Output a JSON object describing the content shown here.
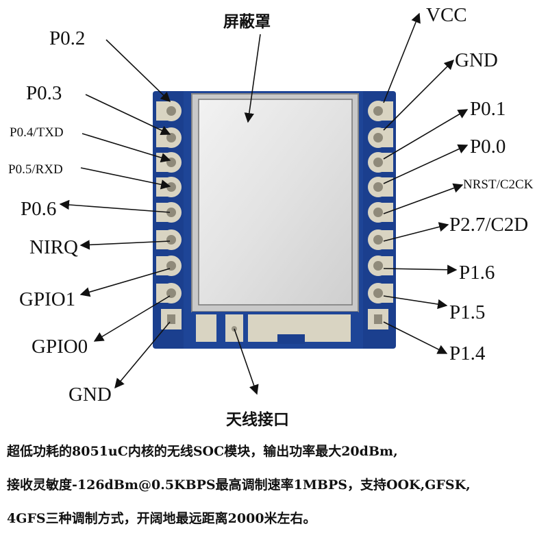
{
  "title": "屏蔽罩",
  "antenna_label": "天线接口",
  "left_pins": [
    "P0.2",
    "P0.3",
    "P0.4/TXD",
    "P0.5/RXD",
    "P0.6",
    "NIRQ",
    "GPIO1",
    "GPIO0",
    "GND"
  ],
  "right_pins": [
    "VCC",
    "GND",
    "P0.1",
    "P0.0",
    "NRST/C2CK",
    "P2.7/C2D",
    "P1.6",
    "P1.5",
    "P1.4"
  ],
  "description": {
    "line1": "超低功耗的8051uC内核的无线SOC模块，输出功率最大20dBm,",
    "line2": "接收灵敏度-126dBm@0.5KBPS最高调制速率1MBPS，支持OOK,GFSK,",
    "line3": "4GFS三种调制方式，开阔地最远距离2000米左右。"
  },
  "colors": {
    "pcb": "#1b3f8e",
    "pad": "#d9d4c2",
    "shield": "#e6e6e6",
    "arrow": "#111111"
  }
}
